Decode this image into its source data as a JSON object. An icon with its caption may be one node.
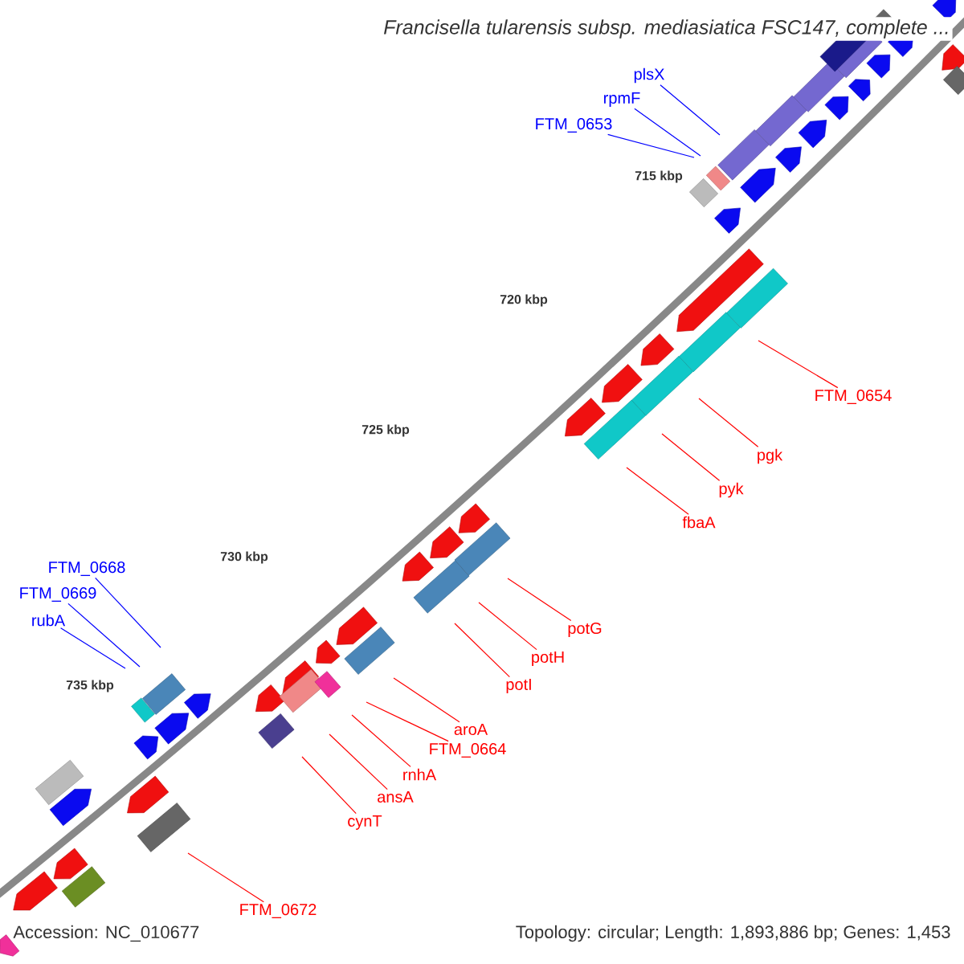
{
  "diagram": {
    "title": "Francisella tularensis subsp. mediasiatica FSC147, complete ...",
    "nodes": [
      {
        "text": [
          "plsX"
        ]
      },
      {
        "text": [
          "rpmF"
        ]
      },
      {
        "text": [
          "FTM_0653"
        ]
      },
      {
        "text": [
          "FTM_0654"
        ]
      },
      {
        "text": [
          "pgk"
        ]
      },
      {
        "text": [
          "pyk"
        ]
      },
      {
        "text": [
          "fbaA"
        ]
      },
      {
        "text": [
          "FTM_0668"
        ]
      },
      {
        "text": [
          "potG"
        ]
      },
      {
        "text": [
          "FTM_0669"
        ]
      },
      {
        "text": [
          "potH"
        ]
      },
      {
        "text": [
          "rubA"
        ]
      },
      {
        "text": [
          "potI"
        ]
      },
      {
        "text": [
          "aroA"
        ]
      },
      {
        "text": [
          "FTM_0664"
        ]
      },
      {
        "text": [
          "rnhA"
        ]
      },
      {
        "text": [
          "ansA"
        ]
      },
      {
        "text": [
          "cynT"
        ]
      },
      {
        "text": [
          "FTM_0672"
        ]
      }
    ],
    "edges": [
      {
        "from": 0,
        "to": null,
        "arrow": "none",
        "color": "#0000ff"
      },
      {
        "from": 1,
        "to": null,
        "arrow": "none",
        "color": "#0000ff"
      },
      {
        "from": 2,
        "to": null,
        "arrow": "none",
        "color": "#0000ff"
      },
      {
        "from": 3,
        "to": null,
        "arrow": "none"
      },
      {
        "from": 4,
        "to": null,
        "arrow": "none"
      },
      {
        "from": 5,
        "to": null,
        "arrow": "none"
      },
      {
        "from": 6,
        "to": null,
        "arrow": "none"
      },
      {
        "from": 7,
        "to": null,
        "arrow": "none",
        "color": "#0000ff"
      },
      {
        "from": 8,
        "to": null,
        "arrow": "none"
      },
      {
        "from": 9,
        "to": null,
        "arrow": "none",
        "color": "#0000ff"
      },
      {
        "from": 10,
        "to": null,
        "arrow": "none"
      },
      {
        "from": 11,
        "to": null,
        "arrow": "none",
        "color": "#0000ff"
      },
      {
        "from": 12,
        "to": null,
        "arrow": "none"
      },
      {
        "from": 13,
        "to": null,
        "arrow": "none"
      },
      {
        "from": 14,
        "to": null,
        "arrow": "none"
      },
      {
        "from": 15,
        "to": null,
        "arrow": "none"
      },
      {
        "from": 16,
        "to": null,
        "arrow": "none"
      },
      {
        "from": 17,
        "to": null,
        "arrow": "none"
      },
      {
        "from": 18,
        "to": null,
        "arrow": "none"
      }
    ],
    "labels": [
      "715 kbp",
      "720 kbp",
      "725 kbp",
      "730 kbp",
      "735 kbp",
      "Accession: NC_010677",
      "Topology: circular; Length: 1,893,886 bp; Genes: 1,453"
    ]
  }
}
